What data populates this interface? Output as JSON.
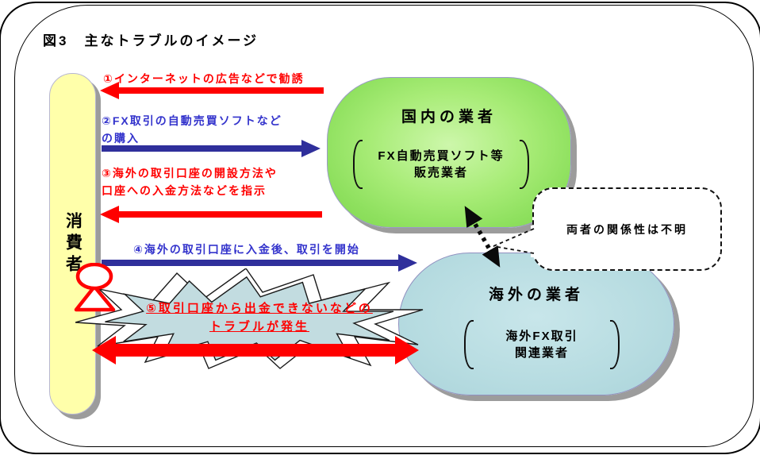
{
  "figure": {
    "title": "図3　主なトラブルのイメージ"
  },
  "consumer": {
    "label": "消費者"
  },
  "domestic_trader": {
    "title": "国内の業者",
    "subtitle_line1": "FX自動売買ソフト等",
    "subtitle_line2": "販売業者"
  },
  "overseas_trader": {
    "title": "海外の業者",
    "subtitle_line1": "海外FX取引",
    "subtitle_line2": "関連業者"
  },
  "relationship_note": {
    "text": "両者の関係性は不明"
  },
  "flows": {
    "step1": {
      "label": "①インターネットの広告などで勧誘",
      "direction": "to_consumer",
      "color": "#ff0000"
    },
    "step2": {
      "label_line1": "②FX取引の自動売買ソフトなど",
      "label_line2": "の購入",
      "direction": "to_trader",
      "color": "#3333cc"
    },
    "step3": {
      "label_line1": "③海外の取引口座の開設方法や",
      "label_line2": "口座への入金方法などを指示",
      "direction": "to_consumer",
      "color": "#ff0000"
    },
    "step4": {
      "label": "④海外の取引口座に入金後、取引を開始",
      "direction": "to_trader",
      "color": "#3333cc"
    },
    "step5": {
      "label_line1": "⑤取引口座から出金できないなどの",
      "label_line2": "トラブルが発生",
      "direction": "both",
      "color": "#ff0000"
    }
  },
  "colors": {
    "flow_red": "#ff0000",
    "flow_blue_text": "#3333cc",
    "flow_blue_arrow": "#2f2f9b",
    "consumer_fill": "#ffffaa",
    "domestic_fill": "#8ee05e",
    "overseas_fill": "#b7dce1",
    "burst_fill": "#c2dce0",
    "shadow": "#9c9c9c"
  }
}
